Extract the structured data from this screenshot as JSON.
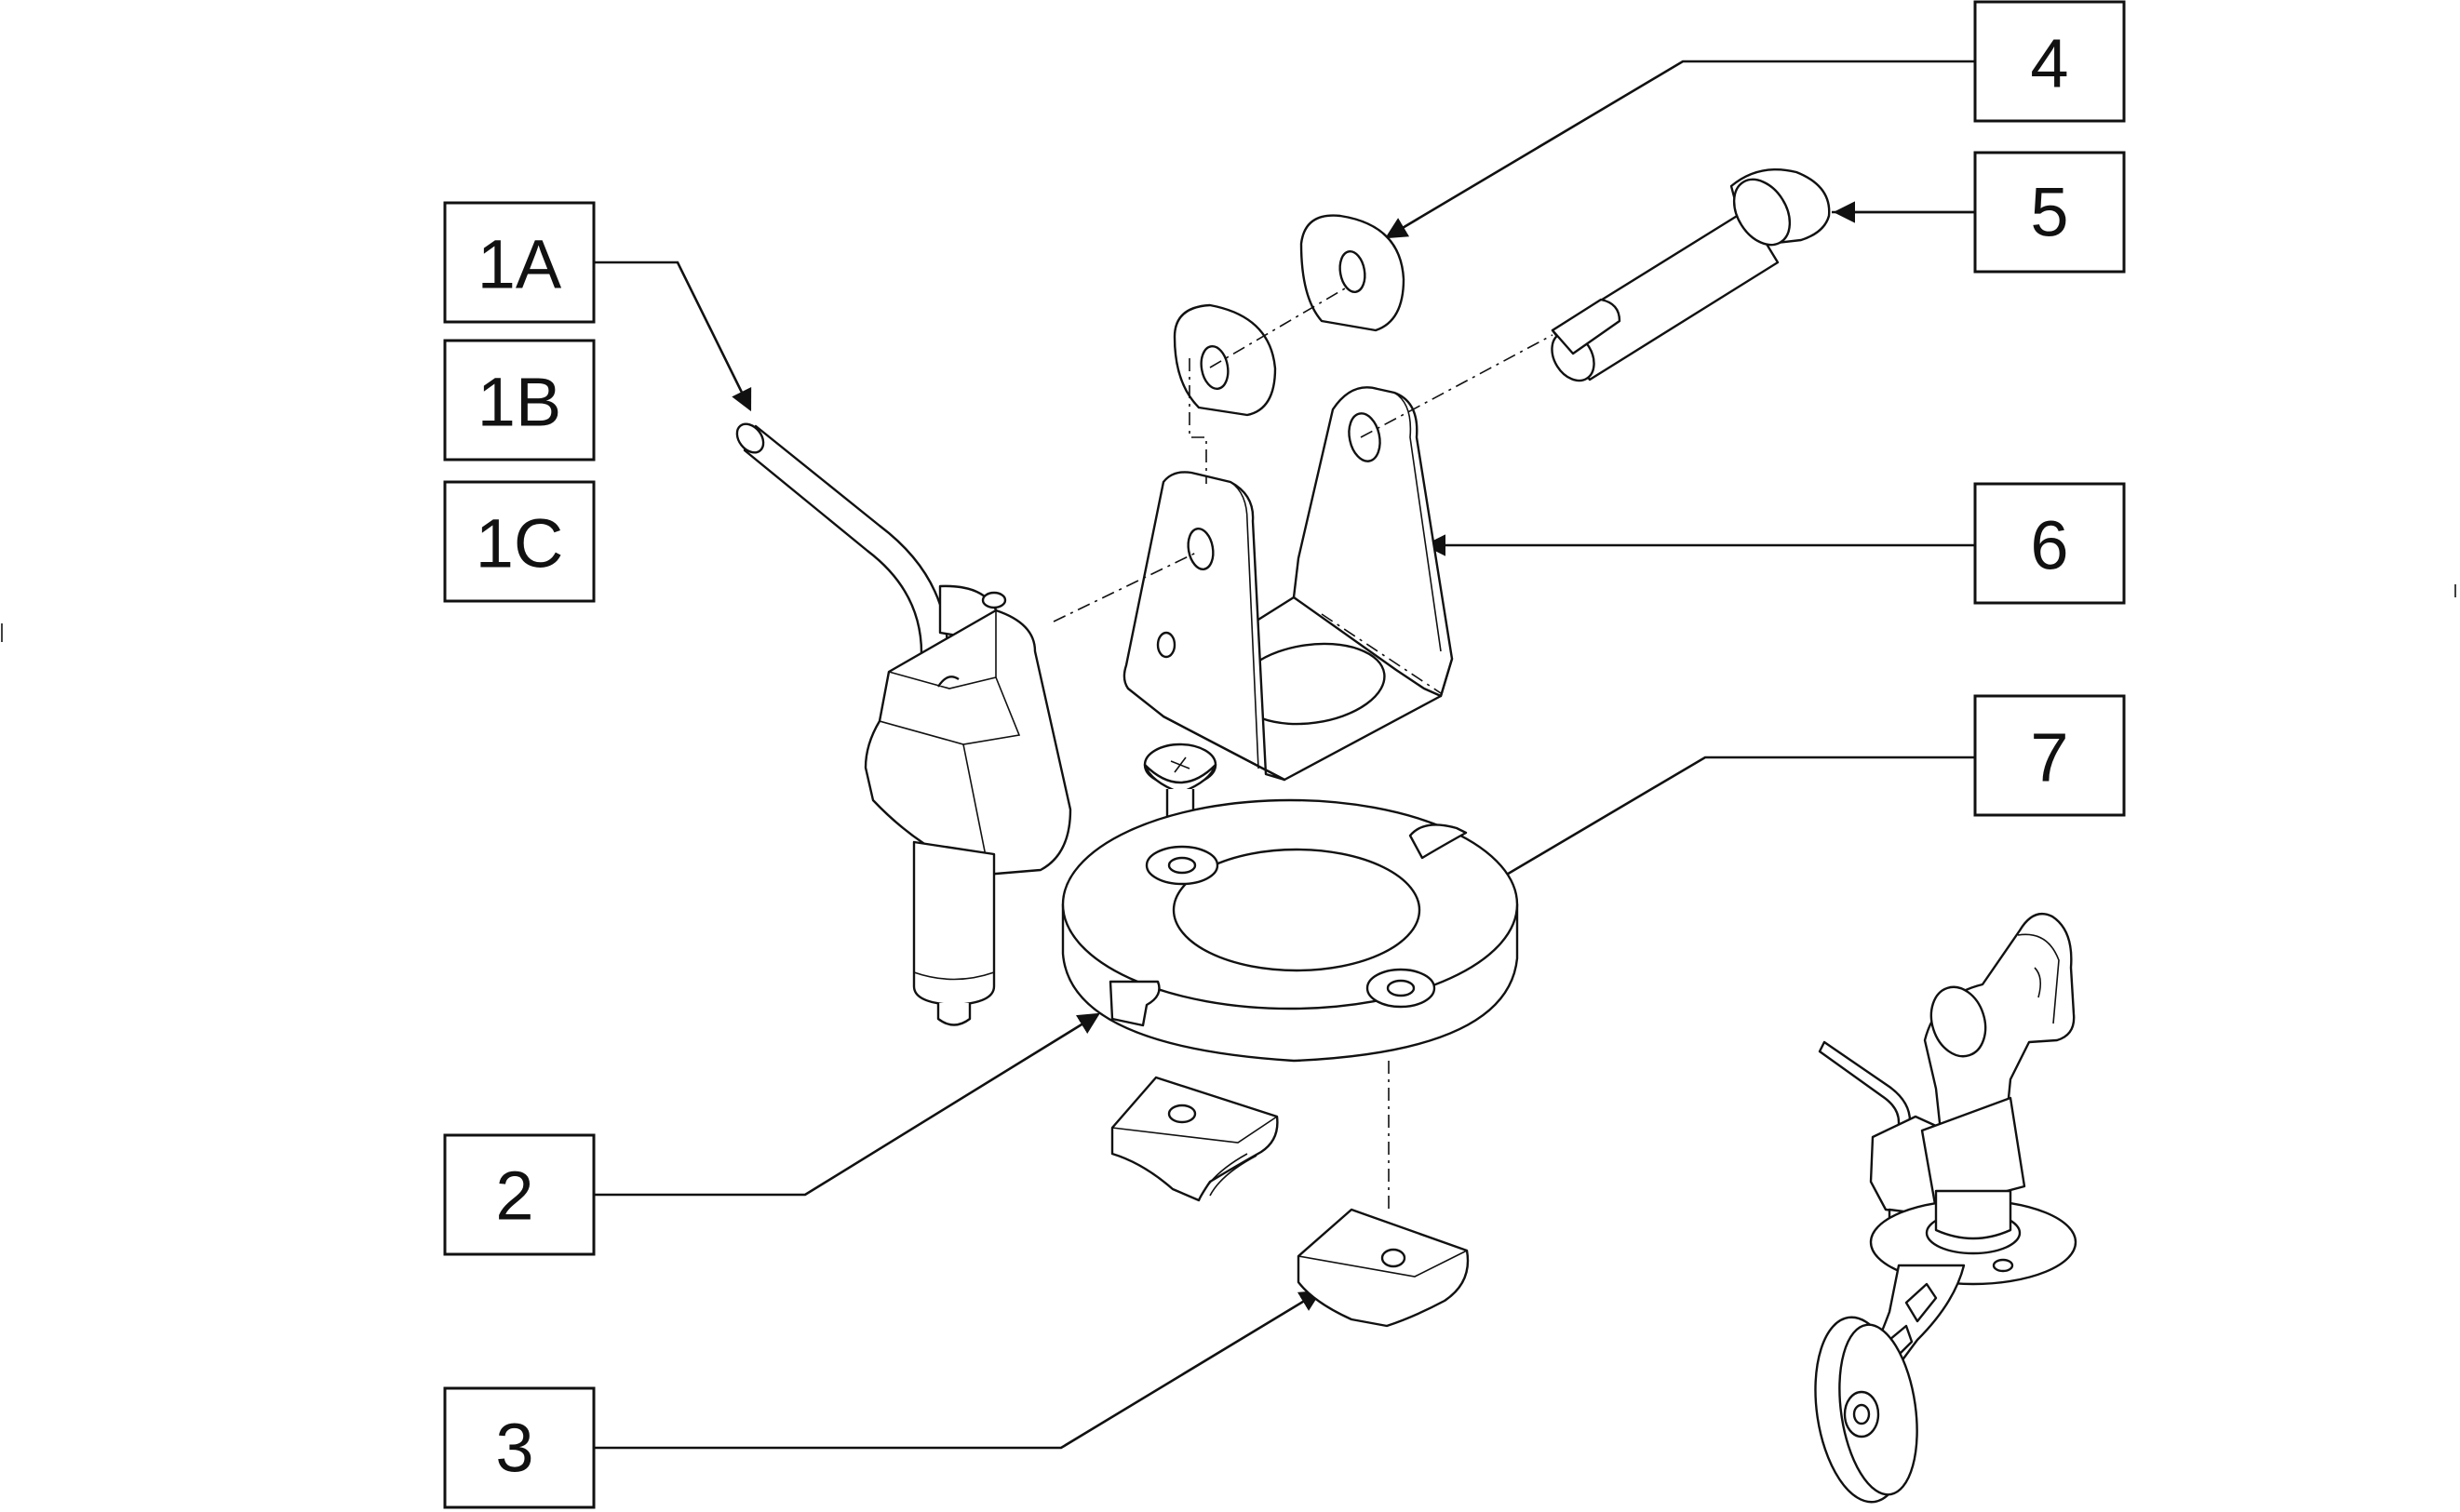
{
  "diagram": {
    "callouts": [
      {
        "id": "1A",
        "text": "1A"
      },
      {
        "id": "1B",
        "text": "1B"
      },
      {
        "id": "1C",
        "text": "1C"
      },
      {
        "id": "2",
        "text": "2"
      },
      {
        "id": "3",
        "text": "3"
      },
      {
        "id": "4",
        "text": "4"
      },
      {
        "id": "5",
        "text": "5"
      },
      {
        "id": "6",
        "text": "6"
      },
      {
        "id": "7",
        "text": "7"
      }
    ],
    "parts": [
      "lock-lever-pin",
      "mounting-disc",
      "wedge-block",
      "washer",
      "shoulder-bolt",
      "u-bracket",
      "flat-head-screw",
      "assembled-caster-wheel"
    ]
  }
}
